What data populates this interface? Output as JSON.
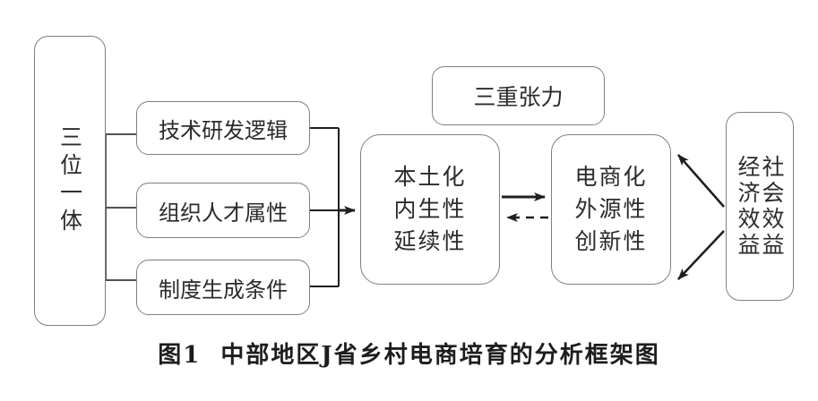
{
  "figure": {
    "caption_label": "图1",
    "caption_title": "中部地区J省乡村电商培育的分析框架图"
  },
  "nodes": {
    "pillar": {
      "label": "三位一体"
    },
    "drivers": [
      {
        "label": "技术研发逻辑"
      },
      {
        "label": "组织人才属性"
      },
      {
        "label": "制度生成条件"
      }
    ],
    "tension": {
      "label": "三重张力"
    },
    "local": {
      "lines": [
        "本土化",
        "内生性",
        "延续性"
      ]
    },
    "ecommerce": {
      "lines": [
        "电商化",
        "外源性",
        "创新性"
      ]
    },
    "benefit": {
      "col_right": "社会效益",
      "col_left": "经济效益"
    }
  },
  "edges": [
    {
      "name": "drivers-to-local",
      "style": "solid",
      "arrow": "right"
    },
    {
      "name": "local-to-ecommerce",
      "style": "solid",
      "arrow": "right"
    },
    {
      "name": "ecommerce-to-local",
      "style": "dashed",
      "arrow": "left"
    },
    {
      "name": "benefit-to-ecommerce-upper",
      "style": "solid",
      "arrow": "upper-left"
    },
    {
      "name": "benefit-to-ecommerce-lower",
      "style": "solid",
      "arrow": "lower-left"
    }
  ],
  "colors": {
    "background": "#ffffff",
    "box_border": "#7b7f86",
    "connector": "#1f1f1f",
    "text": "#2b2b2b"
  }
}
